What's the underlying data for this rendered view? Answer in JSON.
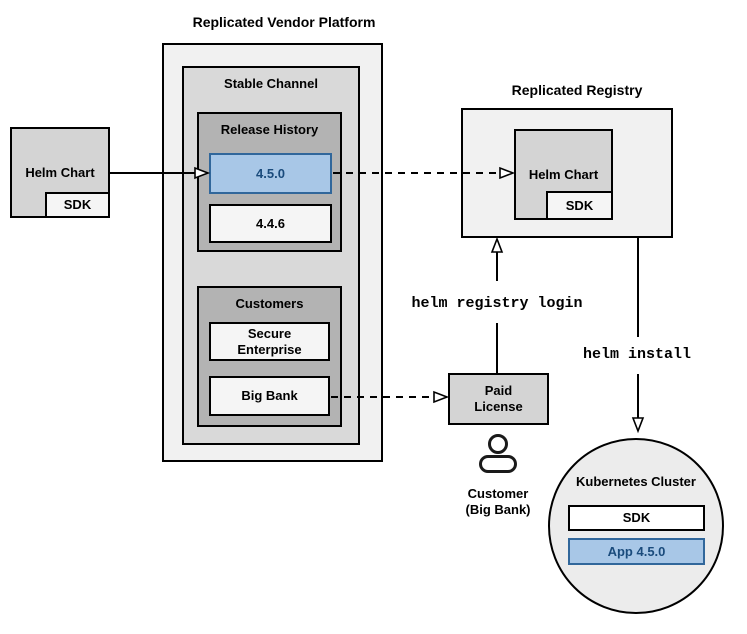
{
  "colors": {
    "highlight_fill": "#a8c7e7",
    "highlight_border": "#31679b",
    "highlight_text": "#1a4b7c",
    "box_border": "#000000"
  },
  "platform": {
    "title": "Replicated Vendor Platform",
    "stable_channel": {
      "label": "Stable Channel"
    },
    "release_history": {
      "label": "Release History",
      "releases": [
        {
          "version": "4.5.0",
          "highlight": true
        },
        {
          "version": "4.4.6",
          "highlight": false
        }
      ]
    },
    "customers": {
      "label": "Customers",
      "items": [
        {
          "name": "Secure Enterprise"
        },
        {
          "name": "Big Bank"
        }
      ]
    }
  },
  "vendor_chart": {
    "label": "Helm Chart",
    "sdk": "SDK"
  },
  "registry": {
    "title": "Replicated Registry",
    "chart": {
      "label": "Helm Chart",
      "sdk": "SDK"
    }
  },
  "paid_license": {
    "label": "Paid License"
  },
  "customer": {
    "line1": "Customer",
    "line2": "(Big Bank)"
  },
  "commands": {
    "registry_login": "helm registry login",
    "install": "helm install"
  },
  "cluster": {
    "title": "Kubernetes Cluster",
    "sdk": "SDK",
    "app": "App 4.5.0"
  }
}
